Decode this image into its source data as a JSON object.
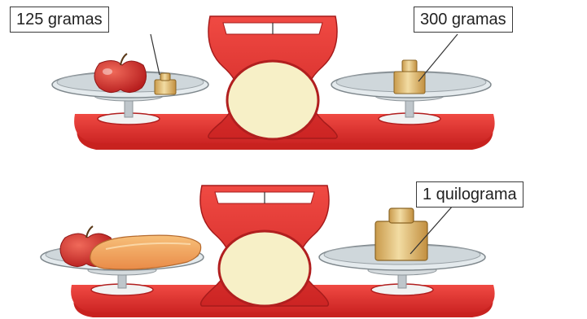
{
  "labels": {
    "top_left_weight": "125 gramas",
    "top_right_weight": "300 gramas",
    "bottom_right_weight": "1 quilograma"
  },
  "colors": {
    "scale_red": "#e8312f",
    "scale_dark_red": "#b11f1f",
    "dial_cream": "#f7f0c7",
    "pan_grey": "#c9cfd3",
    "weight_gold": "#e2c27e",
    "apple_red": "#d92c2a",
    "papaya_orange": "#f0a15c"
  },
  "icons": {
    "top_scale": "balance-scale-icon",
    "bottom_scale": "balance-scale-icon",
    "apple": "apple-icon",
    "papaya": "papaya-icon",
    "weight": "weight-icon"
  }
}
